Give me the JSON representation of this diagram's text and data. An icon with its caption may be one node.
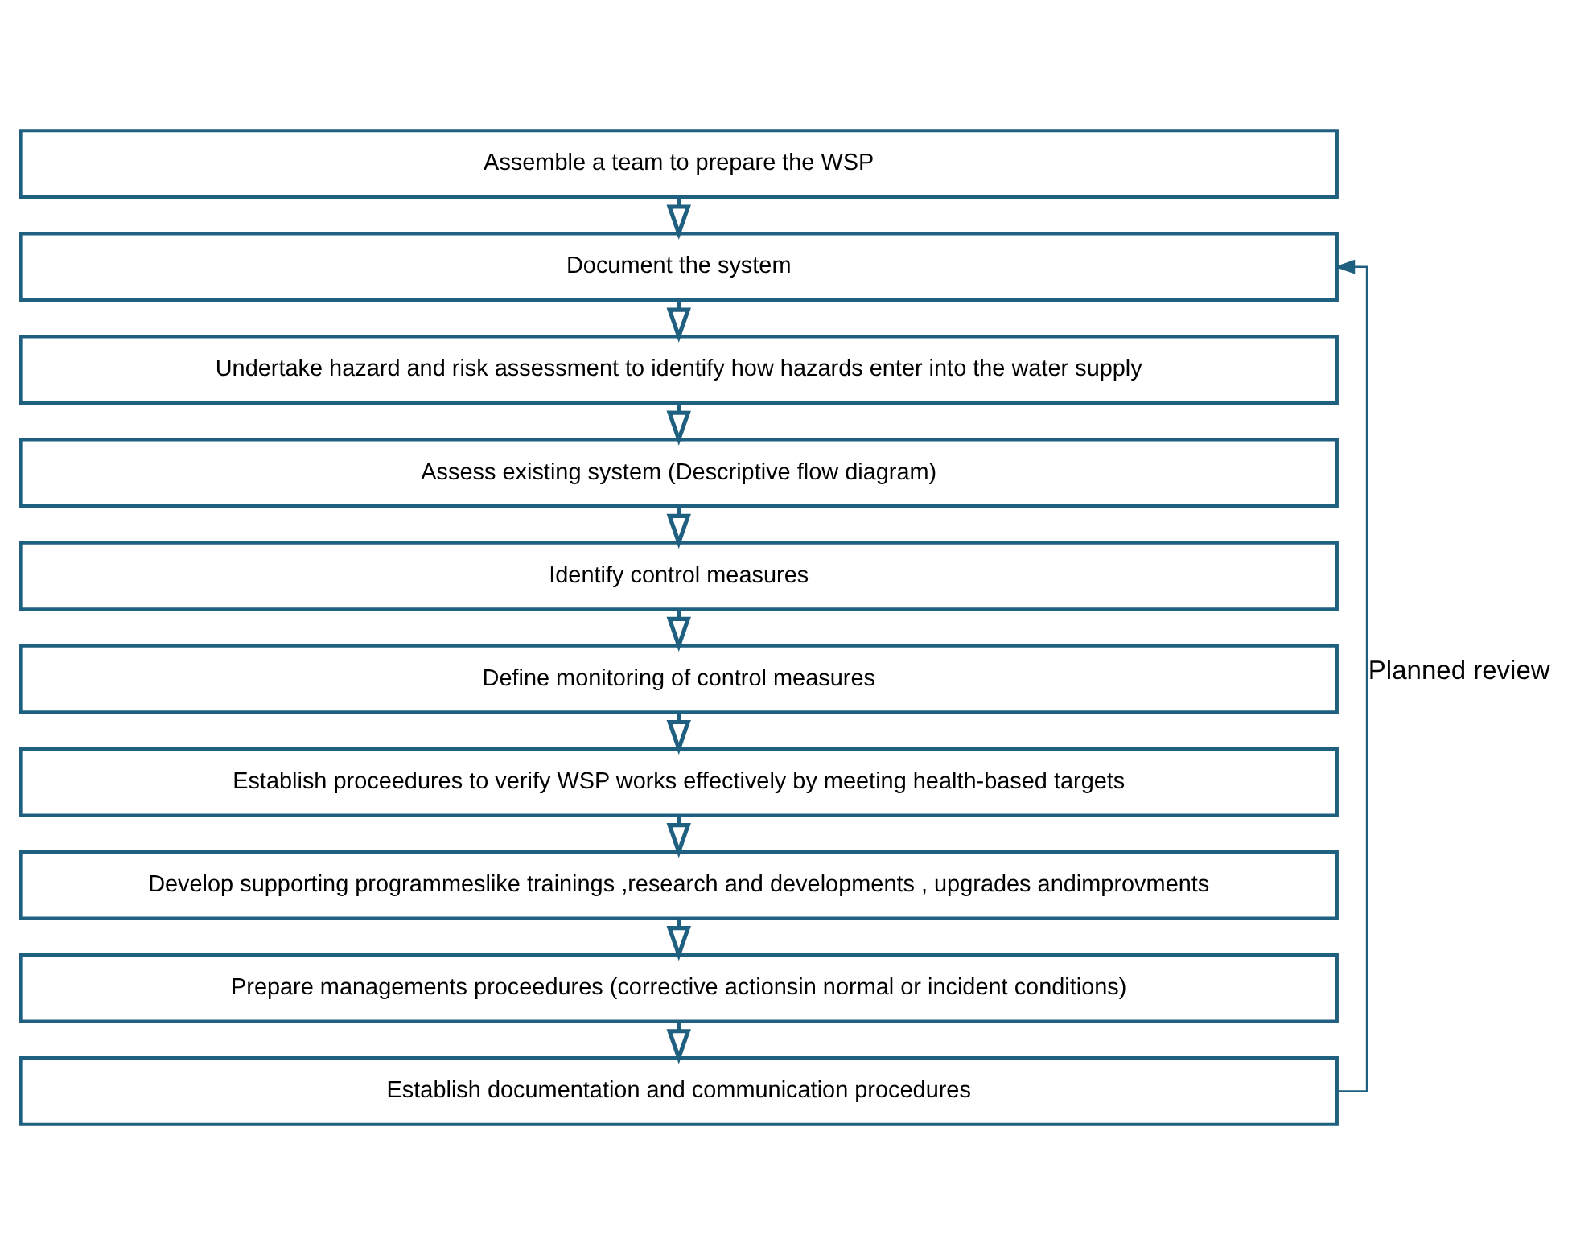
{
  "diagram": {
    "nodes": [
      {
        "text": [
          "Assemble a team to prepare the WSP"
        ]
      },
      {
        "text": [
          "Document the system"
        ]
      },
      {
        "text": [
          "Undertake hazard and risk assessment to identify how hazards enter into the water supply"
        ]
      },
      {
        "text": [
          "Assess existing system (Descriptive flow diagram)"
        ]
      },
      {
        "text": [
          "Identify control measures"
        ]
      },
      {
        "text": [
          "Define monitoring of control measures"
        ]
      },
      {
        "text": [
          "Establish proceedures to verify WSP works effectively by meeting health-based targets"
        ]
      },
      {
        "text": [
          "Develop supporting programmeslike trainings ,research and developments , upgrades andimprovments"
        ]
      },
      {
        "text": [
          "Prepare managements proceedures (corrective actionsin normal or incident conditions)"
        ]
      },
      {
        "text": [
          "Establish documentation and communication procedures"
        ]
      }
    ],
    "edges": [
      {
        "from": 0,
        "to": 1,
        "arrow": "to"
      },
      {
        "from": 1,
        "to": 2,
        "arrow": "to"
      },
      {
        "from": 2,
        "to": 3,
        "arrow": "to"
      },
      {
        "from": 3,
        "to": 4,
        "arrow": "to"
      },
      {
        "from": 4,
        "to": 5,
        "arrow": "to"
      },
      {
        "from": 5,
        "to": 6,
        "arrow": "to"
      },
      {
        "from": 6,
        "to": 7,
        "arrow": "to"
      },
      {
        "from": 7,
        "to": 8,
        "arrow": "to"
      },
      {
        "from": 8,
        "to": 9,
        "arrow": "to"
      },
      {
        "from": 9,
        "to": 1,
        "arrow": "to",
        "label": "Planned review"
      }
    ]
  }
}
